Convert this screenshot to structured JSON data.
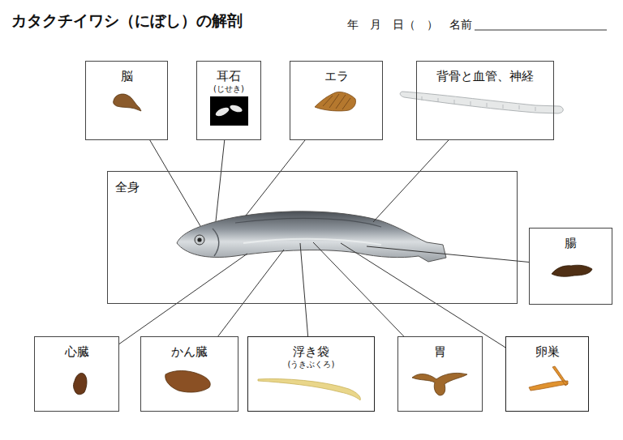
{
  "diagram": {
    "title": "カタクチイワシ（にぼし）の解剖",
    "nodes": [
      {
        "text": [
          "脳"
        ]
      },
      {
        "text": [
          "耳石",
          "(じせき)"
        ]
      },
      {
        "text": [
          "エラ"
        ]
      },
      {
        "text": [
          "背骨と血管、神経"
        ]
      },
      {
        "text": [
          "全身"
        ]
      },
      {
        "text": [
          "腸"
        ]
      },
      {
        "text": [
          "心臓"
        ]
      },
      {
        "text": [
          "かん臓"
        ]
      },
      {
        "text": [
          "浮き袋",
          "(うきぶくろ)"
        ]
      },
      {
        "text": [
          "胃"
        ]
      },
      {
        "text": [
          "卵巣"
        ]
      }
    ],
    "edges": [
      {
        "from": 0,
        "to": 4,
        "arrow": "none"
      },
      {
        "from": 1,
        "to": 4,
        "arrow": "none"
      },
      {
        "from": 2,
        "to": 4,
        "arrow": "none"
      },
      {
        "from": 3,
        "to": 4,
        "arrow": "none"
      },
      {
        "from": 5,
        "to": 4,
        "arrow": "none"
      },
      {
        "from": 6,
        "to": 4,
        "arrow": "none"
      },
      {
        "from": 7,
        "to": 4,
        "arrow": "none"
      },
      {
        "from": 8,
        "to": 4,
        "arrow": "none"
      },
      {
        "from": 9,
        "to": 4,
        "arrow": "none"
      },
      {
        "from": 10,
        "to": 4,
        "arrow": "none"
      }
    ],
    "labels": [
      "年　月　日（　）　名前"
    ]
  }
}
